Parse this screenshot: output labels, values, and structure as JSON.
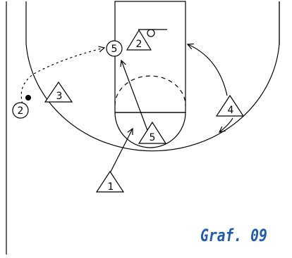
{
  "figure": {
    "caption": "Graf. 09",
    "caption_color": "#1f5bb0",
    "line_color": "#000000"
  },
  "players": {
    "offense": [
      {
        "id": "o-1",
        "label": "1"
      },
      {
        "id": "o-2",
        "label": "2"
      },
      {
        "id": "o-3",
        "label": "3"
      },
      {
        "id": "o-4",
        "label": "4"
      },
      {
        "id": "o-5",
        "label": "5"
      }
    ],
    "defense": [
      {
        "id": "d-2",
        "label": "2"
      },
      {
        "id": "d-5",
        "label": "5"
      }
    ]
  },
  "ball": {
    "icon": "ball-icon"
  },
  "actions": {
    "dribble": "dashed-line",
    "pass": "solid-arrow",
    "cut": "solid-arrow"
  }
}
